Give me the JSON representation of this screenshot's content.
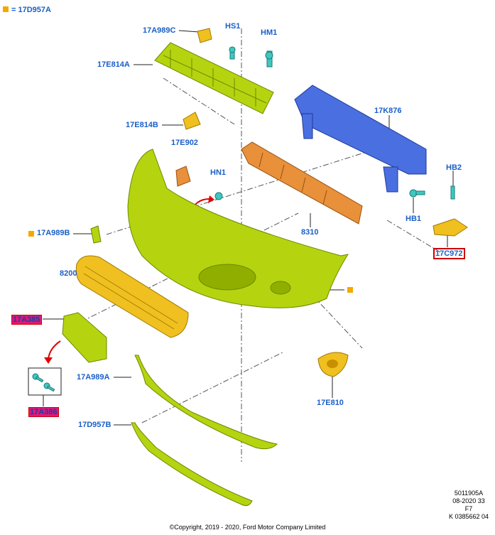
{
  "legend": {
    "marker_color": "#f5a800",
    "text": "= 17D957A"
  },
  "labels": {
    "17A989C": "17A989C",
    "HS1": "HS1",
    "HM1": "HM1",
    "17E814A": "17E814A",
    "17K876": "17K876",
    "17E814B": "17E814B",
    "17E902": "17E902",
    "HN1": "HN1",
    "HB2": "HB2",
    "HB1": "HB1",
    "8310": "8310",
    "17C972": "17C972",
    "17A989B": "17A989B",
    "8200": "8200",
    "17A385": "17A385",
    "17A386": "17A386",
    "17A989A": "17A989A",
    "17E810": "17E810",
    "17D957B": "17D957B"
  },
  "colors": {
    "label": "#1a5fc8",
    "highlight_bg": "#e0177a",
    "highlight_border": "#cc0000",
    "bumper_green": "#b5d40f",
    "grille_yellow": "#f0c020",
    "beam_blue": "#4a6fe0",
    "absorber_orange": "#e8903a",
    "clip_cyan": "#3ec8c0"
  },
  "meta": {
    "line1": "5011905A",
    "line2": "08-2020 33",
    "line3": "F7",
    "line4": "K 0385662 04"
  },
  "copyright": "©Copyright, 2019 - 2020, Ford Motor Company Limited"
}
